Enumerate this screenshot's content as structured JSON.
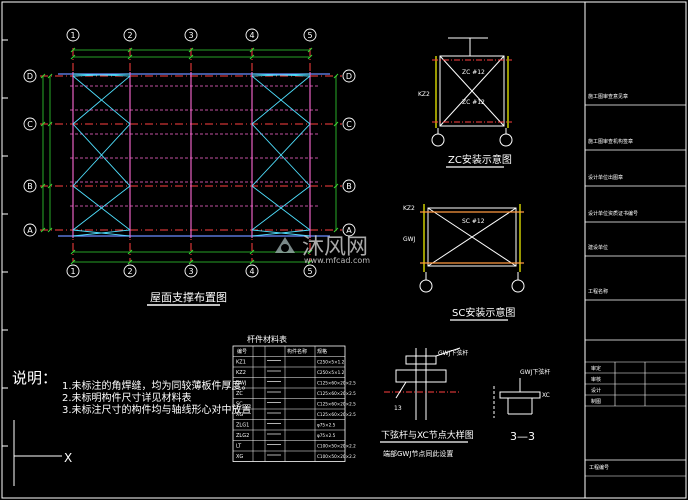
{
  "drawing": {
    "roof_plan": {
      "title": "屋面支撑布置图",
      "col_labels": [
        "1",
        "2",
        "3",
        "4",
        "5"
      ],
      "row_labels": [
        "D",
        "C",
        "B",
        "A"
      ]
    },
    "zc_detail": {
      "title": "ZC安装示意图",
      "labels": [
        "ZC #12",
        "KZ2",
        "ZC #12"
      ]
    },
    "sc_detail": {
      "title": "SC安装示意图",
      "labels": [
        "SC #12",
        "GWJ",
        "KZ2"
      ]
    },
    "notes": {
      "heading": "说明：",
      "items": [
        "1.未标注的角焊缝，均为同较薄板件厚度。",
        "2.未标明构件尺寸详见材料表",
        "3.未标注尺寸的构件均与轴线形心对中放置"
      ]
    },
    "material_table": {
      "title": "杆件材料表",
      "headers": [
        "编号",
        "构件名称",
        "规格"
      ],
      "rows": [
        [
          "KZ1",
          "",
          "C250×5×1.2"
        ],
        [
          "KZ2",
          "",
          "C250×5×1.2"
        ],
        [
          "GWJ",
          "",
          "C125×60×20×2.5"
        ],
        [
          "ZC",
          "",
          "C125×60×20×2.5"
        ],
        [
          "SC",
          "",
          "C125×60×20×2.5"
        ],
        [
          "XG",
          "",
          "C125×60×20×2.5"
        ],
        [
          "ZLG1",
          "",
          "φ75×2.5"
        ],
        [
          "ZLG2",
          "",
          "φ75×2.5"
        ],
        [
          "LT",
          "",
          "C100×50×20×2.2"
        ],
        [
          "XG",
          "",
          "C100×50×20×2.2"
        ]
      ]
    },
    "node_detail": {
      "title": "下弦杆与XC节点大样图",
      "subtitle": "端部GWJ节点同此设置",
      "label": "GWJ下弦杆",
      "dim": "13"
    },
    "section_33": {
      "title": "3—3",
      "label_top": "GWJ下弦杆",
      "label_xc": "XC"
    },
    "title_block": {
      "rows": [
        "施工图审查意见章",
        "施工图审查机构签章",
        "设计单位出图章",
        "设计单位资质证书编号",
        "建设单位",
        "工程名称"
      ],
      "sign_rows": [
        "审定",
        "审核",
        "设计",
        "制图"
      ],
      "drawing_no": "工程编号"
    },
    "watermark": {
      "brand": "沐风网",
      "url": "www.mfcad.com"
    },
    "axis_label": "X"
  }
}
